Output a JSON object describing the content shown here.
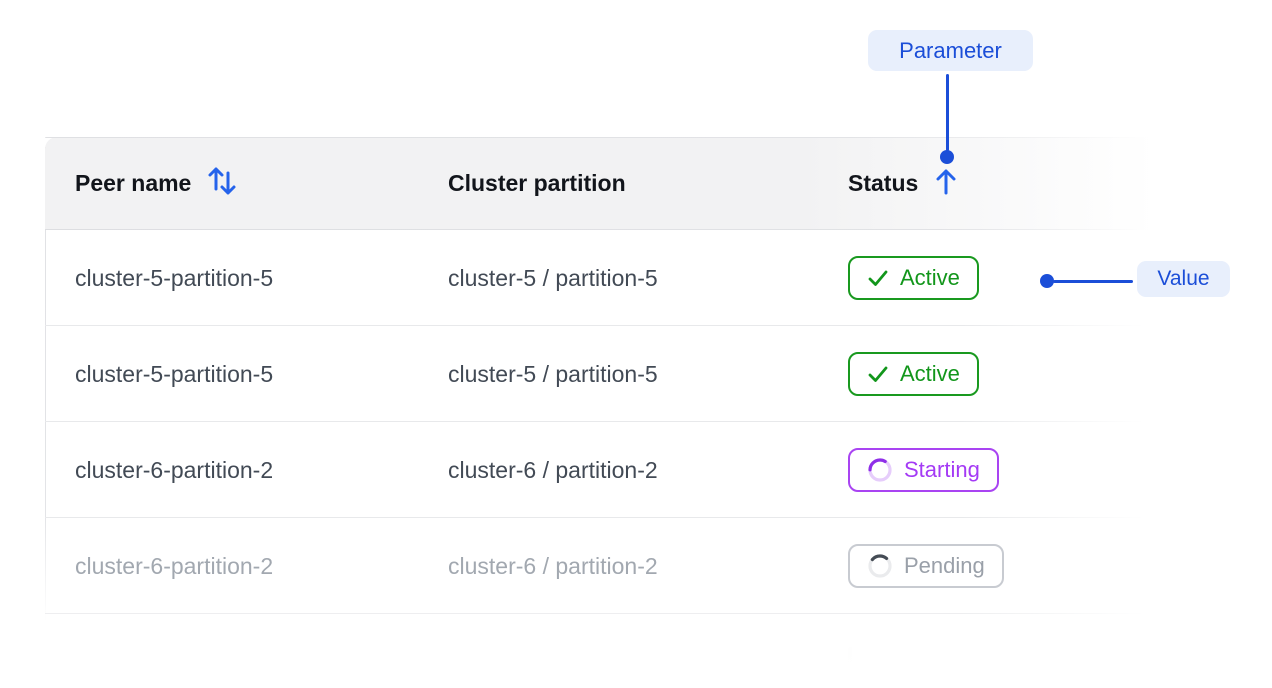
{
  "annotations": {
    "parameter_label": "Parameter",
    "value_label": "Value",
    "accent_color": "#1b4ed8",
    "pill_bg": "#e8effc"
  },
  "table": {
    "columns": [
      {
        "label": "Peer name",
        "sort_icon": "sort-up-down-icon",
        "sort_state": "sortable"
      },
      {
        "label": "Cluster partition",
        "sort_icon": "",
        "sort_state": "none"
      },
      {
        "label": "Status",
        "sort_icon": "arrow-up-icon",
        "sort_state": "ascending"
      }
    ],
    "rows": [
      {
        "peer": "cluster-5-partition-5",
        "partition": "cluster-5 / partition-5",
        "status": "Active",
        "status_kind": "active",
        "faded": false
      },
      {
        "peer": "cluster-5-partition-5",
        "partition": "cluster-5 / partition-5",
        "status": "Active",
        "status_kind": "active",
        "faded": false
      },
      {
        "peer": "cluster-6-partition-2",
        "partition": "cluster-6 / partition-2",
        "status": "Starting",
        "status_kind": "starting",
        "faded": false
      },
      {
        "peer": "cluster-6-partition-2",
        "partition": "cluster-6 / partition-2",
        "status": "Pending",
        "status_kind": "pending",
        "faded": true
      },
      {
        "peer": "",
        "partition": "",
        "status": "",
        "status_kind": "ghost",
        "faded": true
      }
    ],
    "status_colors": {
      "active": "#12961b",
      "starting": "#a43af5",
      "pending": "#9aa0a9"
    },
    "header_text_color": "#12151b",
    "row_text_color": "#424a55",
    "faded_row_text_color": "#a2a8b0"
  }
}
